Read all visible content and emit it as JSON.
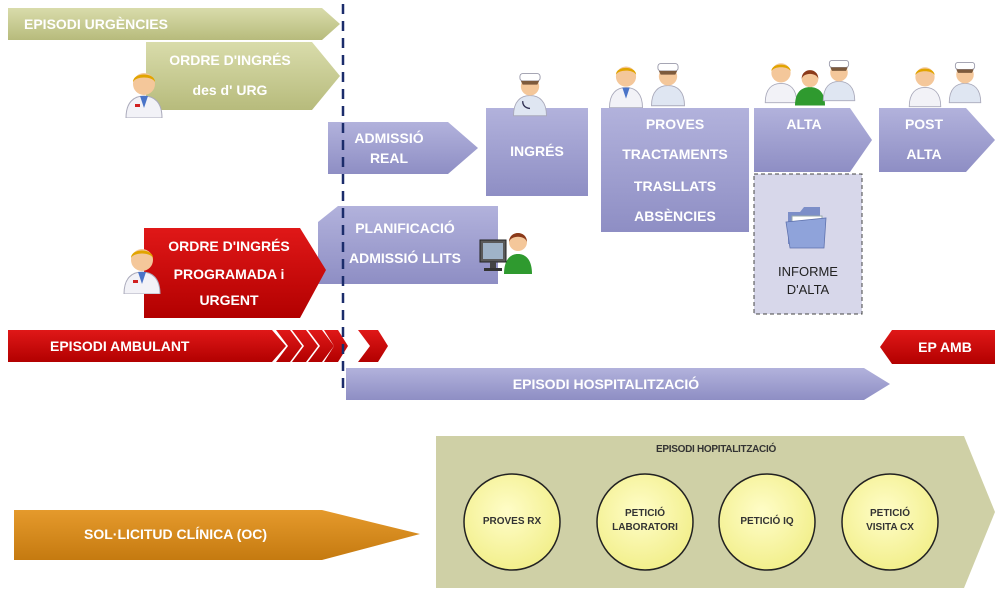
{
  "top": {
    "urgencies": "EPISODI URGÈNCIES",
    "ordre_urg_line1": "ORDRE D'INGRÉS",
    "ordre_urg_line2": "des d' URG"
  },
  "flow": {
    "admissio_line1": "ADMISSIÓ",
    "admissio_line2": "REAL",
    "ingres": "INGRÉS",
    "proves": [
      "PROVES",
      "TRACTAMENTS",
      "TRASLLATS",
      "ABSÈNCIES"
    ],
    "alta": "ALTA",
    "post_line1": "POST",
    "post_line2": "ALTA",
    "informe_line1": "INFORME",
    "informe_line2": "D'ALTA"
  },
  "mid": {
    "planificacio_line1": "PLANIFICACIÓ",
    "planificacio_line2": "ADMISSIÓ LLITS",
    "ordre_prog": [
      "ORDRE D'INGRÉS",
      "PROGRAMADA i",
      "URGENT"
    ],
    "ambulant": "EPISODI AMBULANT",
    "ep_amb": "EP AMB",
    "hospitalitzacio": "EPISODI HOSPITALITZACIÓ"
  },
  "bottom": {
    "solicitud": "SOL·LICITUD CLÍNICA (OC)",
    "panel_title": "EPISODI HOPITALITZACIÓ",
    "circles": [
      {
        "line1": "PROVES RX",
        "line2": ""
      },
      {
        "line1": "PETICIÓ",
        "line2": "LABORATORI"
      },
      {
        "line1": "PETICIÓ IQ",
        "line2": ""
      },
      {
        "line1": "PETICIÓ",
        "line2": "VISITA CX"
      }
    ]
  },
  "colors": {
    "green": "#c5c98f",
    "lavender": "#9f9fcf",
    "red": "#cc0000",
    "orange": "#d78a1c",
    "panel": "#cfd0a6",
    "circle": "#f8f6a0",
    "dashed": "#1b2c6b"
  },
  "icons": [
    "doctor-icon",
    "nurse-icon",
    "computer-user-icon",
    "folder-icon"
  ]
}
